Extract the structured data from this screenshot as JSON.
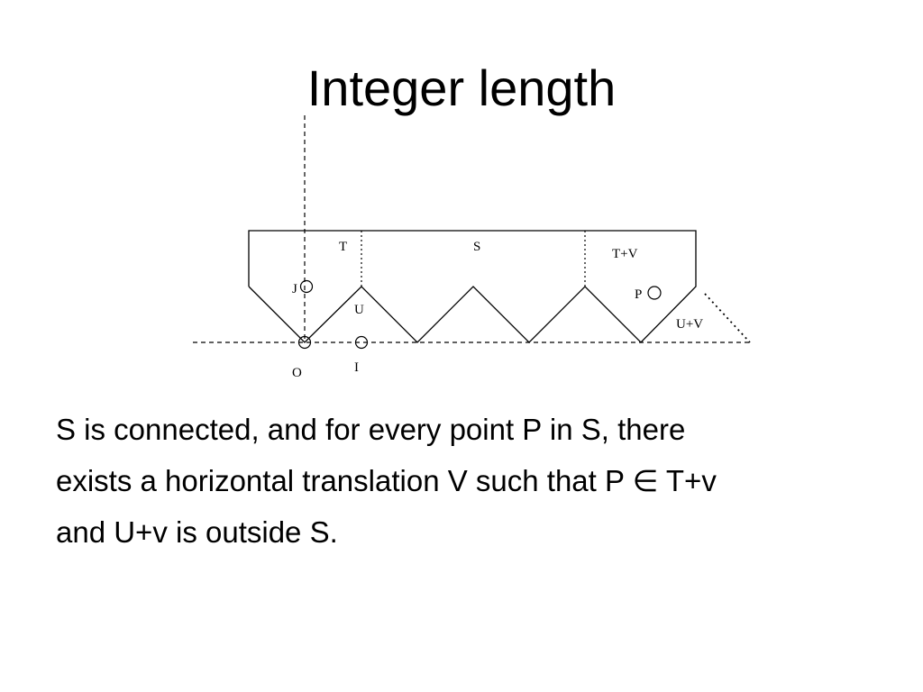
{
  "slide": {
    "title": "Integer length"
  },
  "diagram": {
    "labels": {
      "T": "T",
      "S": "S",
      "T_plus_V": "T+V",
      "J": "J",
      "P": "P",
      "U": "U",
      "U_plus_V": "U+V",
      "O": "O",
      "I": "I"
    }
  },
  "body": {
    "line1": "S is connected, and for every point P in S, there",
    "line2": "exists a horizontal translation V such that P ∈ T+v",
    "line3": "and U+v is outside S."
  }
}
